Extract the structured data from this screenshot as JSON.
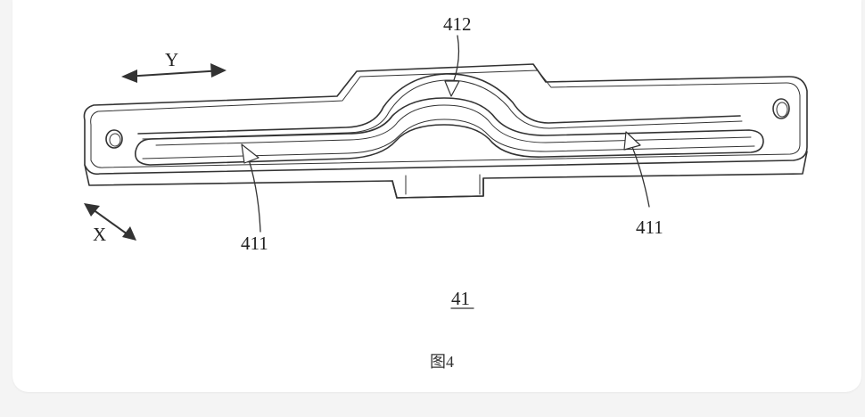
{
  "figure": {
    "caption": "图4",
    "part_label": "41",
    "callouts": {
      "slot_left": "411",
      "slot_right": "411",
      "arch": "412"
    },
    "axes": {
      "y": "Y",
      "x": "X"
    }
  }
}
